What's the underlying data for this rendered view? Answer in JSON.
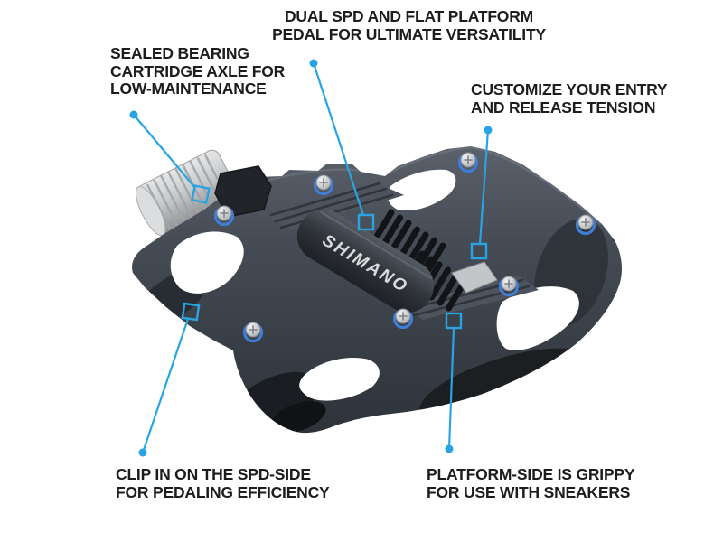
{
  "brand": {
    "logo_text": "SHIMANO"
  },
  "callouts": [
    {
      "id": "dual-spd",
      "lines": [
        "DUAL SPD AND FLAT PLATFORM",
        "PEDAL FOR ULTIMATE VERSATILITY"
      ]
    },
    {
      "id": "sealed-bearing",
      "lines": [
        "SEALED BEARING",
        "CARTRIDGE AXLE FOR",
        "LOW-MAINTENANCE"
      ]
    },
    {
      "id": "customize",
      "lines": [
        "CUSTOMIZE YOUR ENTRY",
        "AND RELEASE TENSION"
      ]
    },
    {
      "id": "clip-in",
      "lines": [
        "CLIP IN ON THE SPD-SIDE",
        "FOR PEDALING EFFICIENCY"
      ]
    },
    {
      "id": "platform-side",
      "lines": [
        "PLATFORM-SIDE IS GRIPPY",
        "FOR USE WITH SNEAKERS"
      ]
    }
  ],
  "colors": {
    "bg": "#ffffff",
    "ink": "#1d1d1f",
    "accent": "#29a4e2",
    "pedal_light": "#5a616b",
    "pedal_body": "#454b54",
    "pedal_mid": "#383e46",
    "pedal_deep": "#2e333a",
    "pedal_dark": "#1a1d21",
    "axle_silver": "#c9cbcd",
    "axle_bright": "#e6e7e8",
    "washer_blue": "#3f7ed6",
    "logo_silver": "#d8dadc"
  }
}
